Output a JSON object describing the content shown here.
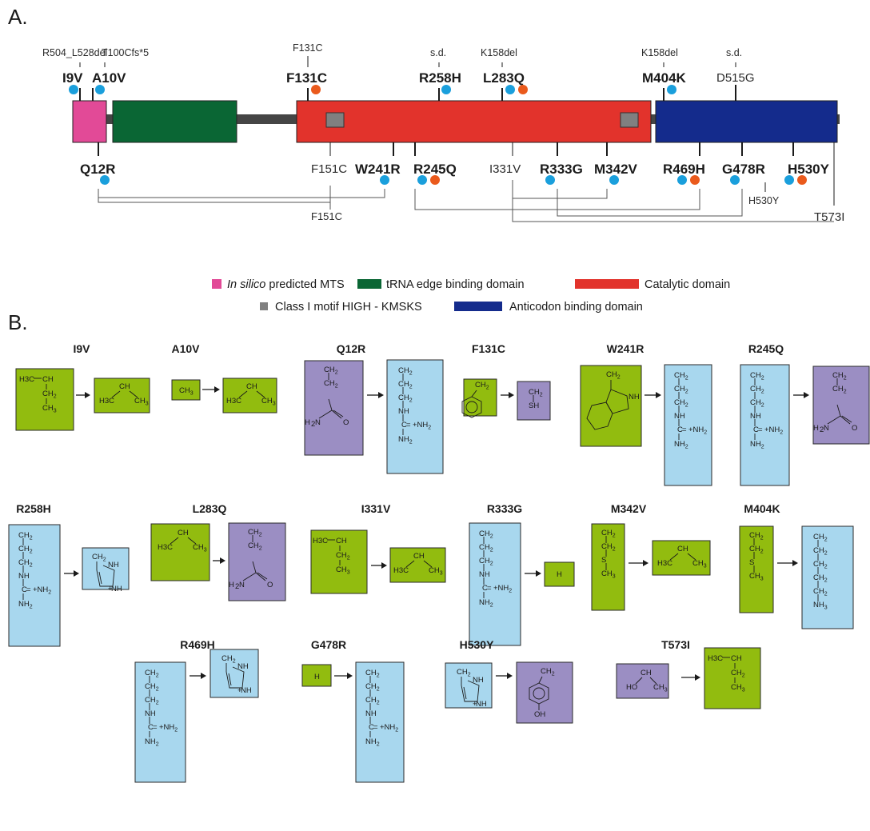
{
  "panels": {
    "a": "A.",
    "b": "B."
  },
  "colors": {
    "mts": "#e24a97",
    "trna": "#0a6634",
    "catalytic": "#e2332c",
    "anticodon": "#142b8c",
    "linker": "#454545",
    "motif": "#808080",
    "dot_blue": "#1a9fdc",
    "dot_orange": "#ea5a1c",
    "aa_green": "#92bc0f",
    "aa_purple": "#9b8ec3",
    "aa_blue": "#a8d7ee"
  },
  "mutations_top": [
    {
      "label": "I9V",
      "note": "R504_L528del",
      "dots": [
        "blue"
      ]
    },
    {
      "label": "A10V",
      "note": "T100Cfs*5",
      "dots": [
        "blue"
      ]
    },
    {
      "label": "F131C",
      "note": "F131C",
      "dots": [
        "orange"
      ]
    },
    {
      "label": "R258H",
      "note": "s.d.",
      "dots": [
        "blue"
      ]
    },
    {
      "label": "L283Q",
      "note": "K158del",
      "dots": [
        "blue",
        "orange"
      ]
    },
    {
      "label": "M404K",
      "note": "K158del",
      "dots": [
        "blue"
      ]
    },
    {
      "label": "D515G",
      "note": "s.d.",
      "dots": []
    }
  ],
  "mutations_bottom": [
    {
      "label": "Q12R",
      "dots": [
        "blue"
      ]
    },
    {
      "label": "F151C",
      "dots": []
    },
    {
      "label": "W241R",
      "dots": [
        "blue"
      ]
    },
    {
      "label": "R245Q",
      "dots": [
        "blue",
        "orange"
      ]
    },
    {
      "label": "I331V",
      "dots": []
    },
    {
      "label": "R333G",
      "dots": [
        "blue"
      ]
    },
    {
      "label": "M342V",
      "dots": [
        "blue"
      ]
    },
    {
      "label": "R469H",
      "dots": [
        "blue",
        "orange"
      ]
    },
    {
      "label": "G478R",
      "dots": [
        "blue"
      ]
    },
    {
      "label": "H530Y",
      "dots": [
        "blue",
        "orange"
      ]
    },
    {
      "label": "H530Y",
      "dots": []
    },
    {
      "label": "T573I",
      "dots": []
    }
  ],
  "pair_labels": {
    "f151c": "F151C"
  },
  "legend": [
    {
      "italic": "In silico",
      "text": " predicted MTS",
      "color": "mts"
    },
    {
      "italic": "",
      "text": "tRNA edge binding domain",
      "color": "trna"
    },
    {
      "italic": "",
      "text": "Catalytic domain",
      "color": "catalytic"
    },
    {
      "italic": "",
      "text": "Class I motif HIGH - KMSKS",
      "color": "motif"
    },
    {
      "italic": "",
      "text": "Anticodon binding domain",
      "color": "anticodon"
    }
  ],
  "residues": [
    {
      "title": "I9V",
      "from": "Ile",
      "to": "Val"
    },
    {
      "title": "A10V",
      "from": "Ala",
      "to": "Val"
    },
    {
      "title": "Q12R",
      "from": "Gln",
      "to": "Arg"
    },
    {
      "title": "F131C",
      "from": "Phe",
      "to": "Cys"
    },
    {
      "title": "W241R",
      "from": "Trp",
      "to": "Arg"
    },
    {
      "title": "R245Q",
      "from": "Arg",
      "to": "Gln"
    },
    {
      "title": "R258H",
      "from": "Arg",
      "to": "His"
    },
    {
      "title": "L283Q",
      "from": "Leu",
      "to": "Gln"
    },
    {
      "title": "I331V",
      "from": "Ile",
      "to": "Val"
    },
    {
      "title": "R333G",
      "from": "Arg",
      "to": "Gly"
    },
    {
      "title": "M342V",
      "from": "Met",
      "to": "Val"
    },
    {
      "title": "M404K",
      "from": "Met",
      "to": "Lys"
    },
    {
      "title": "R469H",
      "from": "Arg",
      "to": "His"
    },
    {
      "title": "G478R",
      "from": "Gly",
      "to": "Arg"
    },
    {
      "title": "H530Y",
      "from": "His",
      "to": "Tyr"
    },
    {
      "title": "T573I",
      "from": "Thr",
      "to": "Ile"
    }
  ],
  "chem_text": {
    "ch": "CH",
    "ch2": "CH",
    "ch3": "CH",
    "h3c": "H",
    "c3": "C",
    "sub2": "2",
    "sub3": "3",
    "nh": "NH",
    "nh2": "NH",
    "nhplus": "+NH",
    "c": "C",
    "o": "O",
    "h2n": "H",
    "n": "N",
    "sh": "SH",
    "s": "S",
    "h": "H",
    "ho": "HO",
    "oh": "OH",
    "eq": "="
  }
}
